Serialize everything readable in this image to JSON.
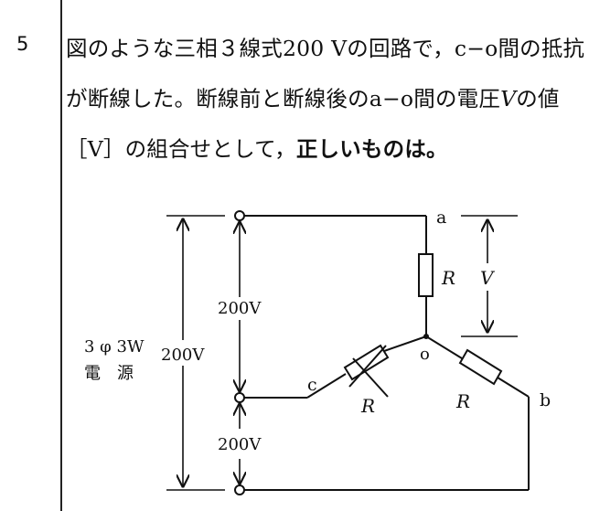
{
  "question": {
    "number": "5",
    "text_part1": "図のような三相３線式200 Vの回路で，c−o間の抵抗が断線した。断線前と断線後のa−o間の電圧",
    "voltage_symbol": "V",
    "text_part2": "の値［V］の組合せとして，",
    "text_bold": "正しいものは。"
  },
  "circuit": {
    "terminal_a": "a",
    "terminal_b": "b",
    "terminal_c": "c",
    "neutral_o": "o",
    "resistor_label": "R",
    "voltage_label": "V",
    "source_line1": "3 φ 3W",
    "source_line2": "電　源",
    "outer_voltage": "200V",
    "ac_voltage": "200V",
    "cb_voltage": "200V"
  },
  "colors": {
    "ink": "#111111",
    "background": "#ffffff"
  }
}
